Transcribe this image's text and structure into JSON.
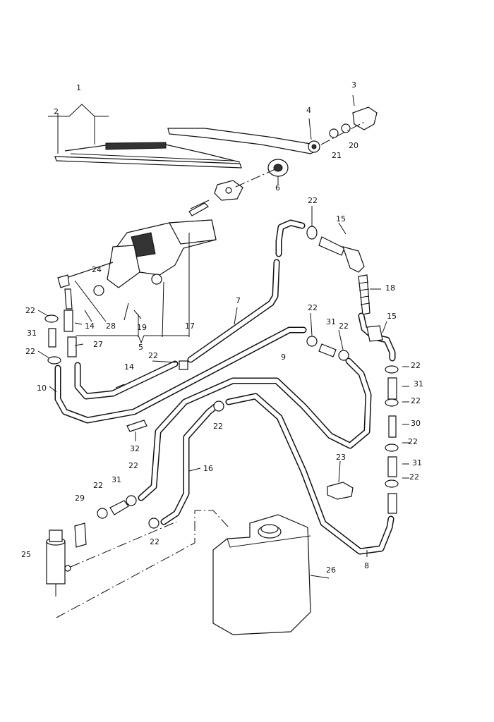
{
  "labels": {
    "p1": "1",
    "p2": "2",
    "p3": "3",
    "p4": "4",
    "p20": "20",
    "p21": "21",
    "p6": "6",
    "p22a": "22",
    "p15a": "15",
    "p18": "18",
    "p24": "24",
    "p7": "7",
    "p22b": "22",
    "p31a": "31",
    "p22c": "22",
    "p15b": "15",
    "p22d": "22",
    "p28": "28",
    "p14a": "14",
    "p19": "19",
    "p17": "17",
    "p31b": "31",
    "p27": "27",
    "p5": "5",
    "p22e": "22",
    "p22f": "22",
    "p9": "9",
    "p14b": "14",
    "p10": "10",
    "p22g": "22",
    "p31c": "31",
    "p22h": "22",
    "p30": "30",
    "p22i": "22",
    "p31d": "31",
    "p22j": "22",
    "p32": "32",
    "p22k": "22",
    "p16": "16",
    "p23": "23",
    "p22l": "22",
    "p31e": "31",
    "p22m": "22",
    "p29": "29",
    "p22n": "22",
    "p25": "25",
    "p8": "8",
    "p26": "26"
  }
}
